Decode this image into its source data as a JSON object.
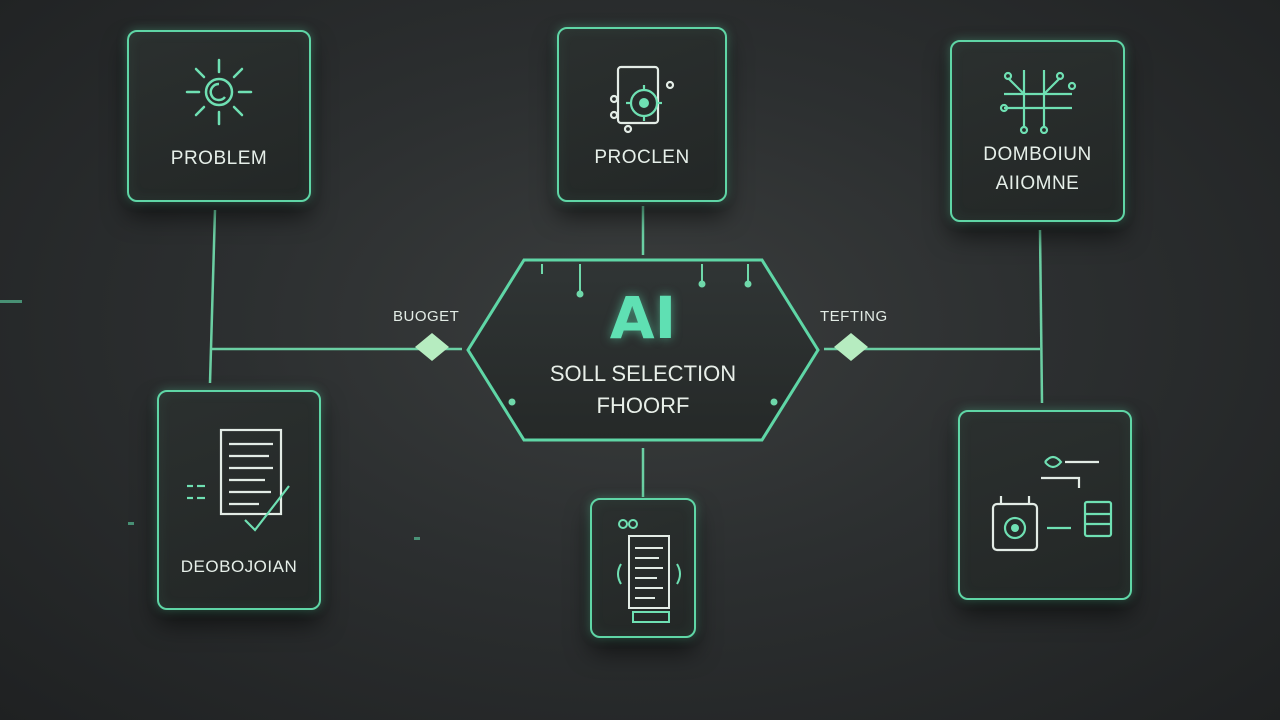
{
  "nodes": {
    "top_left": {
      "label": "PROBLEM",
      "icon": "sun-gear-icon"
    },
    "top_center": {
      "label": "PROCLEN",
      "icon": "chip-gear-icon"
    },
    "top_right": {
      "label_line1": "DOMBOIUN",
      "label_line2": "AIIOMNE",
      "icon": "circuit-icon"
    },
    "bottom_left": {
      "label": "DEOBOJOIAN",
      "icon": "document-check-icon"
    },
    "bottom_center": {
      "label": "",
      "icon": "clipboard-list-icon"
    },
    "bottom_right": {
      "label": "",
      "icon": "workflow-icon"
    }
  },
  "hub": {
    "title": "AI",
    "line1": "SOLL SELECTION",
    "line2": "FHOORF"
  },
  "edges": {
    "left_label": "BUOGET",
    "right_label": "TEFTING"
  },
  "colors": {
    "accent": "#5fd6a6",
    "diamond": "#b6ecc0",
    "background": "#2c2f30",
    "text": "#e6efe9"
  }
}
